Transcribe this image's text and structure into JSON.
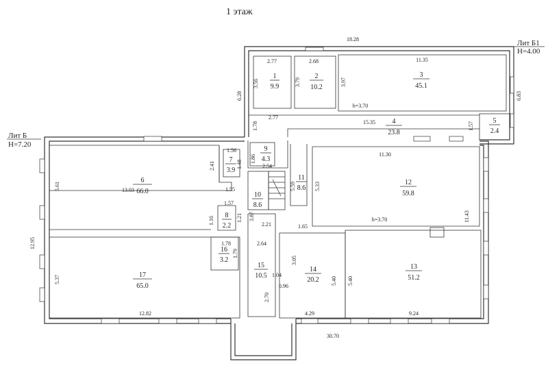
{
  "title": "1 этаж",
  "lit_b": {
    "name": "Лит Б",
    "height": "H=7.20"
  },
  "lit_b1": {
    "name": "Лит Б1",
    "height": "H=4.00"
  },
  "rooms": [
    {
      "num": "1",
      "area": "9.9"
    },
    {
      "num": "2",
      "area": "10.2"
    },
    {
      "num": "3",
      "area": "45.1"
    },
    {
      "num": "4",
      "area": "23.8"
    },
    {
      "num": "5",
      "area": "2.4"
    },
    {
      "num": "6",
      "area": "66.0"
    },
    {
      "num": "7",
      "area": "3.9"
    },
    {
      "num": "8",
      "area": "2.2"
    },
    {
      "num": "9",
      "area": "4.3"
    },
    {
      "num": "10",
      "area": "8.6"
    },
    {
      "num": "11",
      "area": "8.6"
    },
    {
      "num": "12",
      "area": "59.8"
    },
    {
      "num": "13",
      "area": "51.2"
    },
    {
      "num": "14",
      "area": "20.2"
    },
    {
      "num": "15",
      "area": "10.5"
    },
    {
      "num": "16",
      "area": "3.2"
    },
    {
      "num": "17",
      "area": "65.0"
    }
  ],
  "dimensions": {
    "top_overall": "18.28",
    "bottom_overall": "30.70",
    "left_overall": "12.95",
    "r1_w": "2.77",
    "r1_h": "3.56",
    "r1_w_bottom": "2.77",
    "r2_w": "2.68",
    "r2_h": "3.79",
    "r3_w": "11.35",
    "r3_h": "3.97",
    "r3_side": "6.83",
    "b1_left": "6.28",
    "b1_ceiling": "h=3.70",
    "c4_len": "15.35",
    "c4_gap": "1.78",
    "r5_w": "1.57",
    "r6_w": "13.03",
    "r6_h": "5.61",
    "r7_w": "1.56",
    "r7_h": "2.41",
    "r7_h2": "1.48",
    "r9_h": "1.86",
    "r9_w": "2.54",
    "r10_w": "1.55",
    "r8_w": "1.57",
    "r8_h": "1.16",
    "r8_h2": "1.21",
    "r10_h": "3.87",
    "r10_w2": "2.21",
    "r11_h": "5.59",
    "r12_w": "11.30",
    "r12_left": "5.33",
    "r12_right": "11.43",
    "r12_ceiling": "h=3.70",
    "r11_step": "1.65",
    "r15_w": "2.64",
    "r16_w": "1.78",
    "r16_h": "1.79",
    "r17_h": "5.37",
    "r17_w": "12.82",
    "r14_h": "3.05",
    "r15_w2": "1.04",
    "r15_w3": "0.96",
    "r15_h2": "2.70",
    "r14_w": "4.29",
    "r14_right": "5.40",
    "r13_left": "5.40",
    "r13_w": "9.24"
  }
}
